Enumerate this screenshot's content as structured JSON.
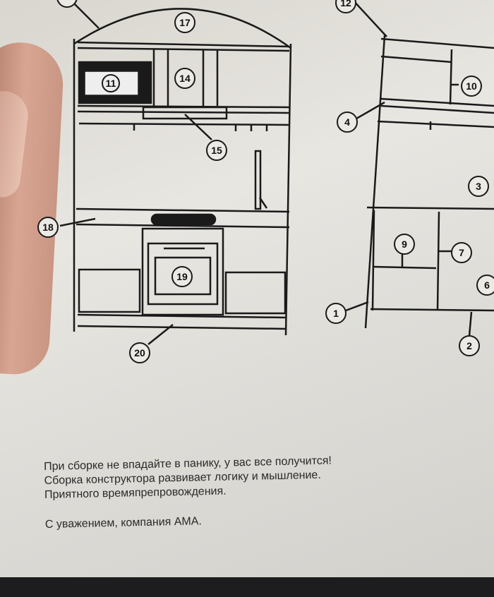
{
  "labels": {
    "l17": "17",
    "l11": "11",
    "l14": "14",
    "l15": "15",
    "l18": "18",
    "l19": "19",
    "l20": "20",
    "l12": "12",
    "l10": "10",
    "l4": "4",
    "l3": "3",
    "l9": "9",
    "l7": "7",
    "l6": "6",
    "l1": "1",
    "l2": "2"
  },
  "message": {
    "line1": "При сборке не впадайте в панику, у вас все получится!",
    "line2": "Сборка конструктора развивает логику и мышление.",
    "line3": "Приятного времяпрепровождения.",
    "signature": "С уважением, компания АМА."
  }
}
